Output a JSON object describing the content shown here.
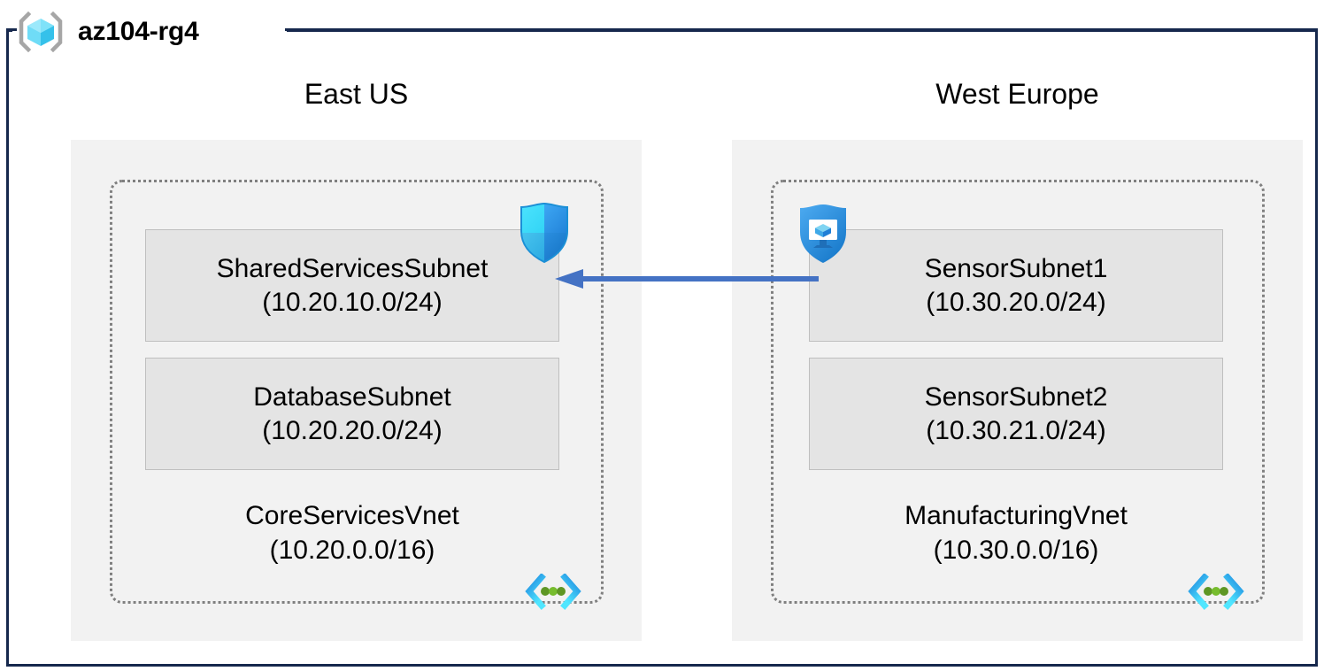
{
  "diagram": {
    "resource_group": {
      "name": "az104-rg4",
      "icon": "resource-group-cube-icon",
      "frame_color": "#16284d"
    },
    "colors": {
      "region_fill": "#f2f2f2",
      "subnet_fill": "#e4e4e4",
      "subnet_border": "#bfbfbf",
      "vnet_border": "#808080",
      "arrow": "#4472c4",
      "text": "#000000"
    },
    "regions": [
      {
        "id": "east-us",
        "title": "East US",
        "vnet": {
          "name": "CoreServicesVnet",
          "cidr": "(10.20.0.0/16)",
          "icon": "virtual-network-icon",
          "subnets": [
            {
              "name": "SharedServicesSubnet",
              "cidr": "(10.20.10.0/24)",
              "badge": "network-security-group-shield-icon"
            },
            {
              "name": "DatabaseSubnet",
              "cidr": "(10.20.20.0/24)",
              "badge": null
            }
          ]
        }
      },
      {
        "id": "west-europe",
        "title": "West Europe",
        "vnet": {
          "name": "ManufacturingVnet",
          "cidr": "(10.30.0.0/16)",
          "icon": "virtual-network-icon",
          "subnets": [
            {
              "name": "SensorSubnet1",
              "cidr": "(10.30.20.0/24)",
              "badge": "vm-protection-shield-icon"
            },
            {
              "name": "SensorSubnet2",
              "cidr": "(10.30.21.0/24)",
              "badge": null
            }
          ]
        }
      }
    ],
    "connection": {
      "name": "vnet-peering-arrow",
      "direction": "right-to-left",
      "color": "#4472c4"
    }
  }
}
